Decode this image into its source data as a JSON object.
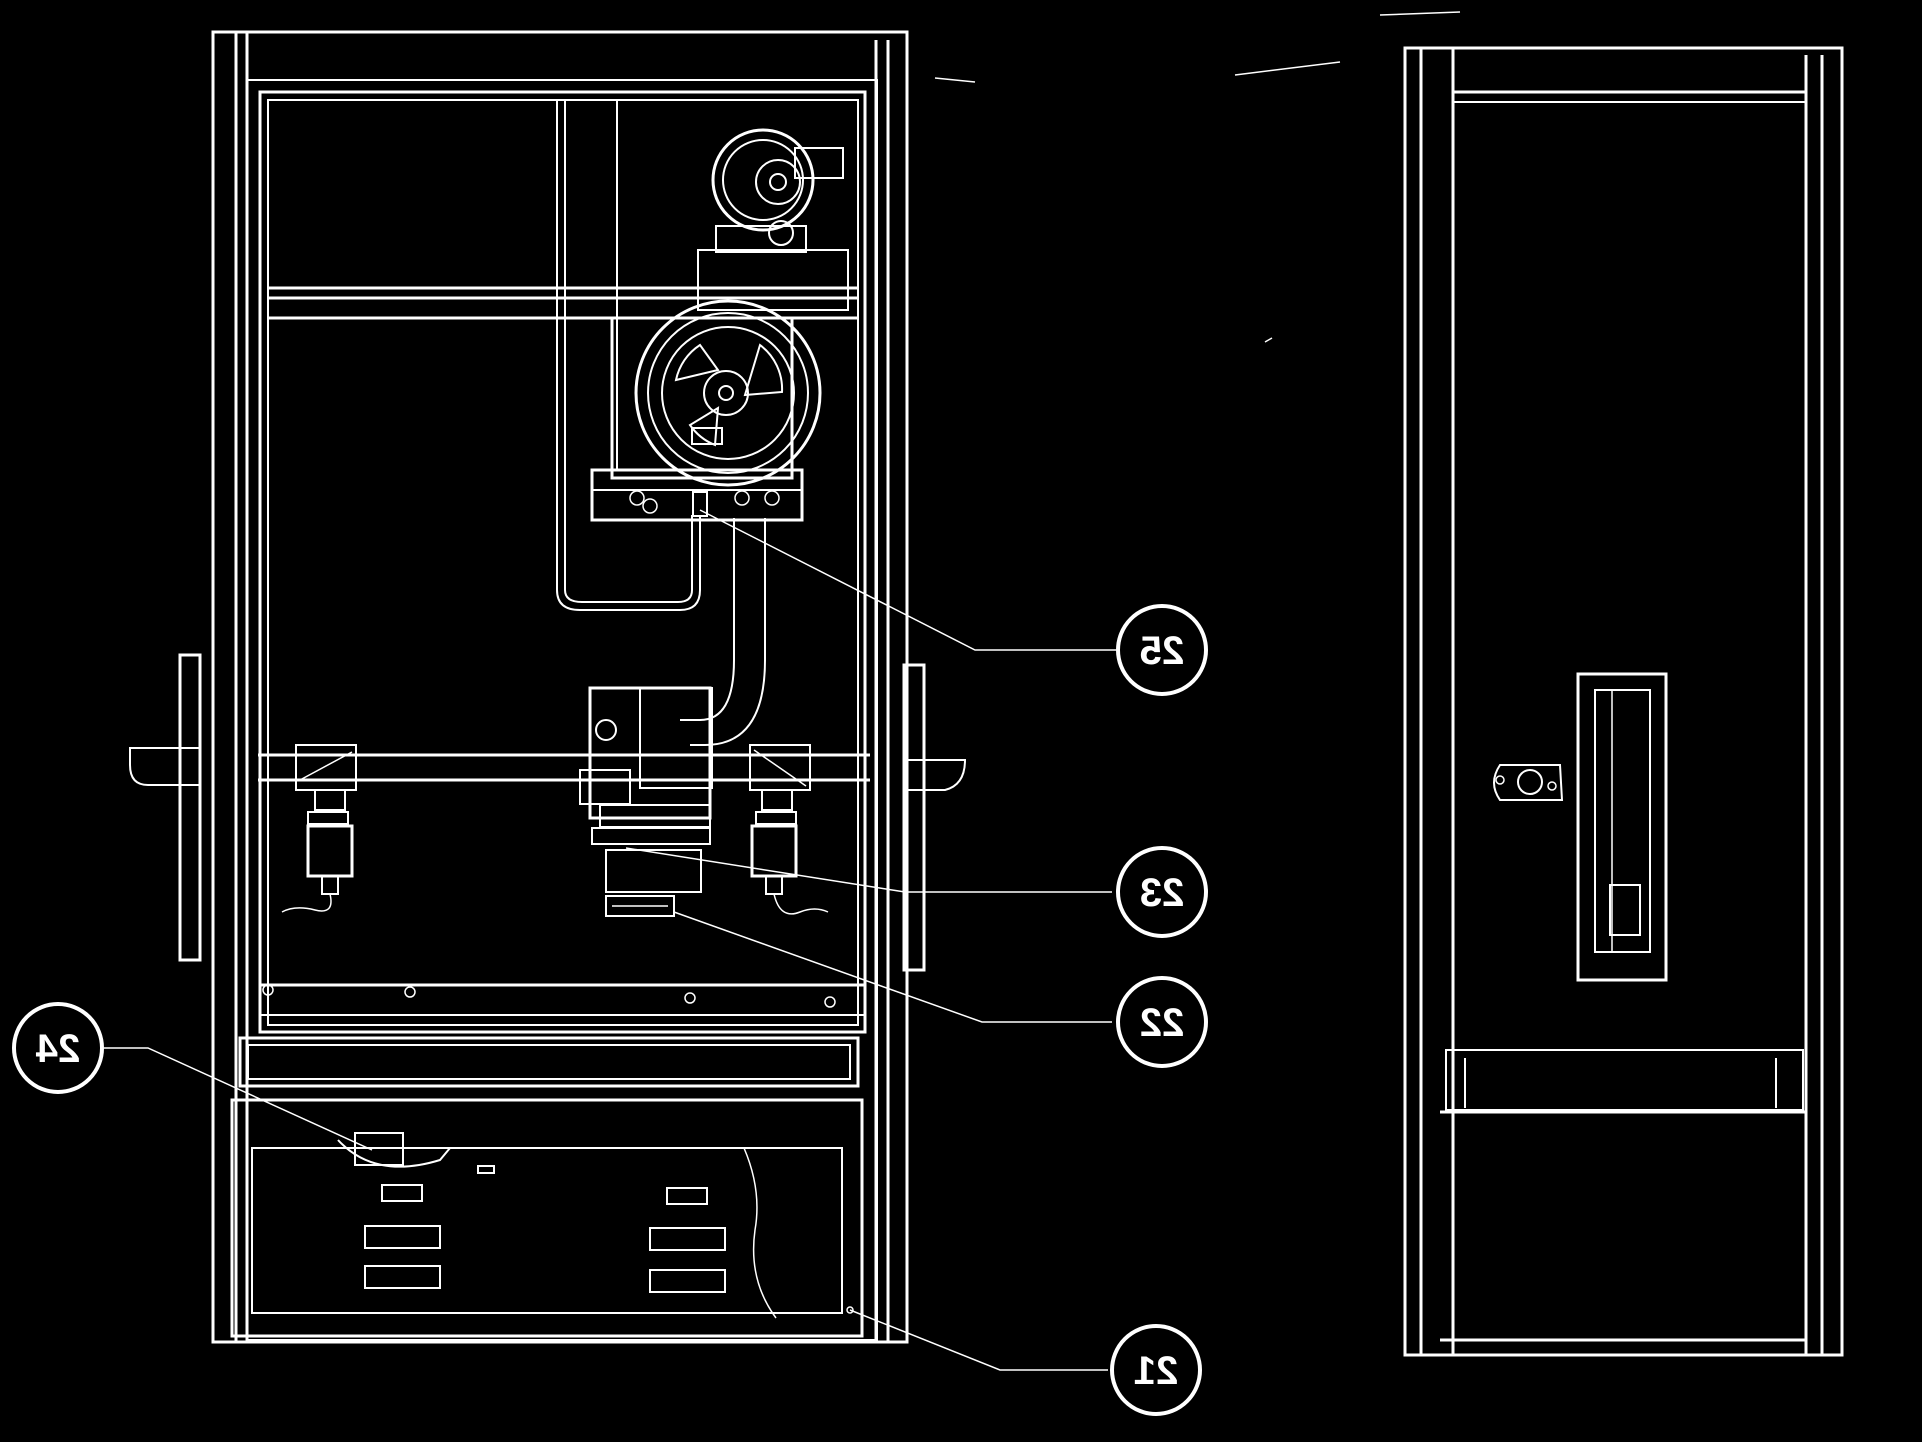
{
  "colors": {
    "background": "#000000",
    "linework": "#ffffff",
    "callout_fill": "#000000"
  },
  "callouts": [
    {
      "id": "25",
      "label": "25",
      "mirrored": true
    },
    {
      "id": "23",
      "label": "23",
      "mirrored": true
    },
    {
      "id": "22",
      "label": "22",
      "mirrored": true
    },
    {
      "id": "24",
      "label": "24",
      "mirrored": true
    },
    {
      "id": "21",
      "label": "21",
      "mirrored": true
    }
  ]
}
